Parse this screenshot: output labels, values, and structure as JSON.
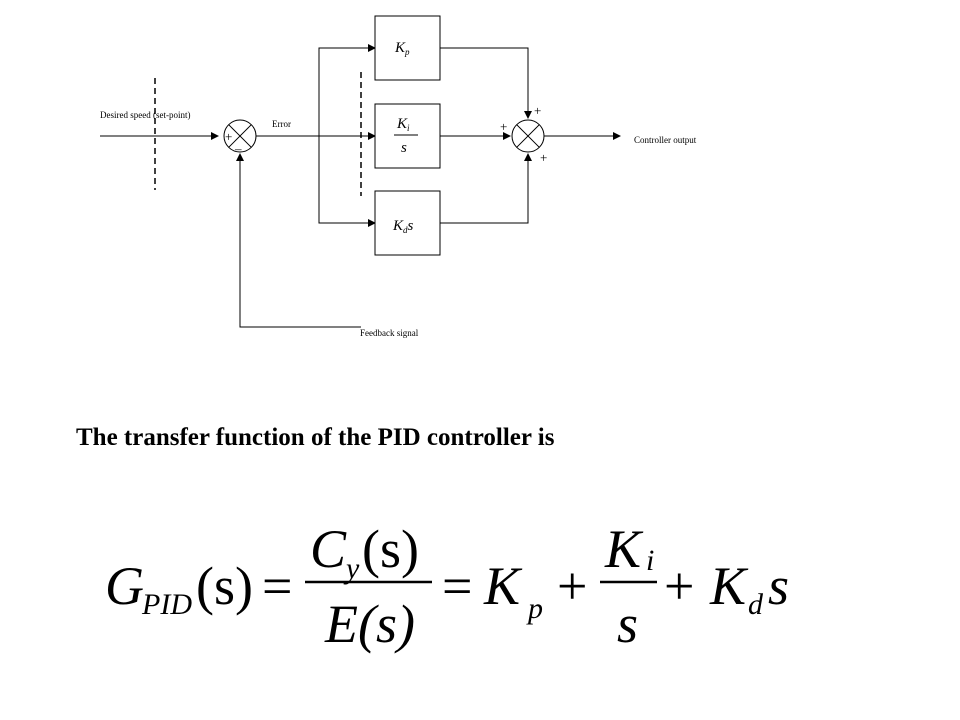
{
  "diagram": {
    "labels": {
      "setpoint": "Desired speed (set-point)",
      "error": "Error",
      "output": "Controller output",
      "feedback": "Feedback signal"
    },
    "input_summer_signs": {
      "plus": "+",
      "minus": "–"
    },
    "output_summer_signs": {
      "top": "+",
      "left": "+",
      "bottom": "+"
    },
    "blocks": {
      "proportional": {
        "gain": "K",
        "gain_sub": "p"
      },
      "integral": {
        "numerator": "K",
        "numerator_sub": "i",
        "denominator": "s"
      },
      "derivative": {
        "gain": "K",
        "gain_sub": "d",
        "suffix": "s"
      }
    }
  },
  "statement": "The transfer function of the PID controller is",
  "equation": {
    "lhs": "G",
    "lhs_sub": "PID",
    "lhs_arg": "(s)",
    "eq1": "=",
    "frac_num": "C",
    "frac_num_sub": "y",
    "frac_num_arg": "(s)",
    "frac_den": "E(s)",
    "eq2": "=",
    "kp": "K",
    "kp_sub": "p",
    "plus1": "+",
    "ki": "K",
    "ki_sub": "i",
    "ki_den": "s",
    "plus2": "+",
    "kd": "K",
    "kd_sub": "d",
    "kd_s": "s"
  }
}
